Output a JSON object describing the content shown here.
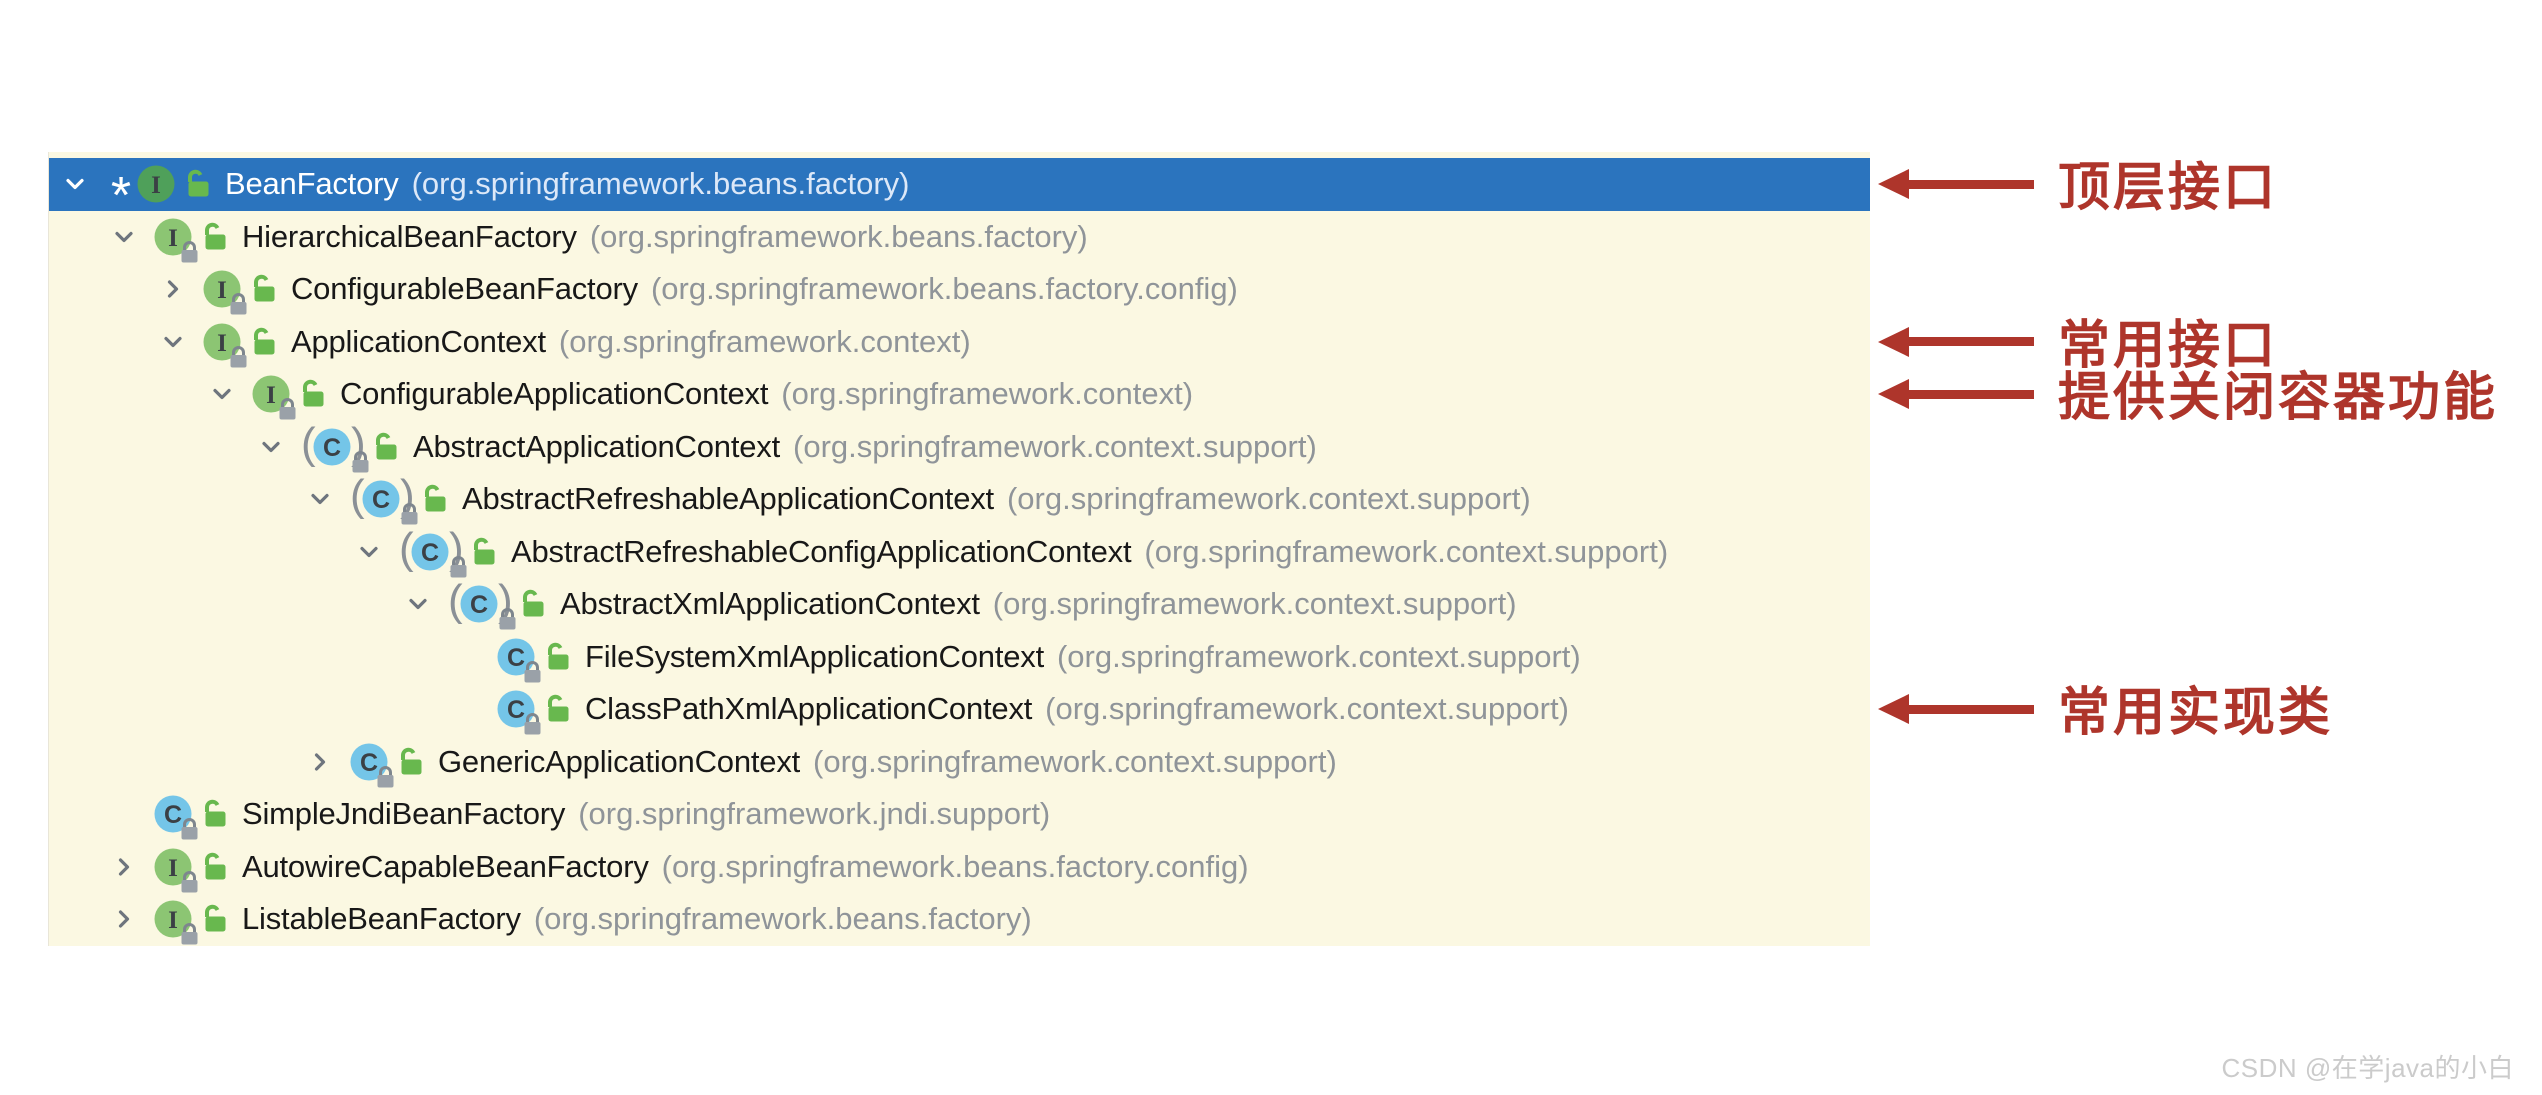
{
  "colors": {
    "selection_blue": "#2B74BE",
    "panel_background": "#FBF8E2",
    "annotation_red": "#AE352B",
    "interface_icon_green": "#8CC573",
    "interface_icon_green_selected": "#4FA05A",
    "class_icon_blue": "#74C5E8",
    "unlock_icon_green": "#68B84E",
    "name_text": "#181818",
    "package_text": "#8F9499"
  },
  "hierarchy": {
    "rows": [
      {
        "name": "BeanFactory",
        "package": "(org.springframework.beans.factory)",
        "level": 0,
        "chevron": "down",
        "kind": "interface",
        "selected": true,
        "starred": true,
        "lock_badge": false
      },
      {
        "name": "HierarchicalBeanFactory",
        "package": "(org.springframework.beans.factory)",
        "level": 1,
        "chevron": "down",
        "kind": "interface",
        "selected": false,
        "starred": false,
        "lock_badge": true
      },
      {
        "name": "ConfigurableBeanFactory",
        "package": "(org.springframework.beans.factory.config)",
        "level": 2,
        "chevron": "right",
        "kind": "interface",
        "selected": false,
        "starred": false,
        "lock_badge": true
      },
      {
        "name": "ApplicationContext",
        "package": "(org.springframework.context)",
        "level": 2,
        "chevron": "down",
        "kind": "interface",
        "selected": false,
        "starred": false,
        "lock_badge": true
      },
      {
        "name": "ConfigurableApplicationContext",
        "package": "(org.springframework.context)",
        "level": 3,
        "chevron": "down",
        "kind": "interface",
        "selected": false,
        "starred": false,
        "lock_badge": true
      },
      {
        "name": "AbstractApplicationContext",
        "package": "(org.springframework.context.support)",
        "level": 4,
        "chevron": "down",
        "kind": "abstract_class",
        "selected": false,
        "starred": false,
        "lock_badge": true
      },
      {
        "name": "AbstractRefreshableApplicationContext",
        "package": "(org.springframework.context.support)",
        "level": 5,
        "chevron": "down",
        "kind": "abstract_class",
        "selected": false,
        "starred": false,
        "lock_badge": true
      },
      {
        "name": "AbstractRefreshableConfigApplicationContext",
        "package": "(org.springframework.context.support)",
        "level": 6,
        "chevron": "down",
        "kind": "abstract_class",
        "selected": false,
        "starred": false,
        "lock_badge": true
      },
      {
        "name": "AbstractXmlApplicationContext",
        "package": "(org.springframework.context.support)",
        "level": 7,
        "chevron": "down",
        "kind": "abstract_class",
        "selected": false,
        "starred": false,
        "lock_badge": true
      },
      {
        "name": "FileSystemXmlApplicationContext",
        "package": "(org.springframework.context.support)",
        "level": 8,
        "chevron": "none",
        "kind": "class",
        "selected": false,
        "starred": false,
        "lock_badge": true
      },
      {
        "name": "ClassPathXmlApplicationContext",
        "package": "(org.springframework.context.support)",
        "level": 8,
        "chevron": "none",
        "kind": "class",
        "selected": false,
        "starred": false,
        "lock_badge": true
      },
      {
        "name": "GenericApplicationContext",
        "package": "(org.springframework.context.support)",
        "level": 5,
        "chevron": "right",
        "kind": "class",
        "selected": false,
        "starred": false,
        "lock_badge": true
      },
      {
        "name": "SimpleJndiBeanFactory",
        "package": "(org.springframework.jndi.support)",
        "level": 1,
        "chevron": "none",
        "kind": "class",
        "selected": false,
        "starred": false,
        "lock_badge": true
      },
      {
        "name": "AutowireCapableBeanFactory",
        "package": "(org.springframework.beans.factory.config)",
        "level": 1,
        "chevron": "right",
        "kind": "interface",
        "selected": false,
        "starred": false,
        "lock_badge": true
      },
      {
        "name": "ListableBeanFactory",
        "package": "(org.springframework.beans.factory)",
        "level": 1,
        "chevron": "right",
        "kind": "interface",
        "selected": false,
        "starred": false,
        "lock_badge": true
      }
    ]
  },
  "annotations": {
    "items": [
      {
        "label": "顶层接口",
        "target_row": 0
      },
      {
        "label": "常用接口",
        "target_row": 3
      },
      {
        "label": "提供关闭容器功能",
        "target_row": 4
      },
      {
        "label": "常用实现类",
        "target_row": 10
      }
    ]
  },
  "watermark": {
    "text": "CSDN @在学java的小白"
  }
}
